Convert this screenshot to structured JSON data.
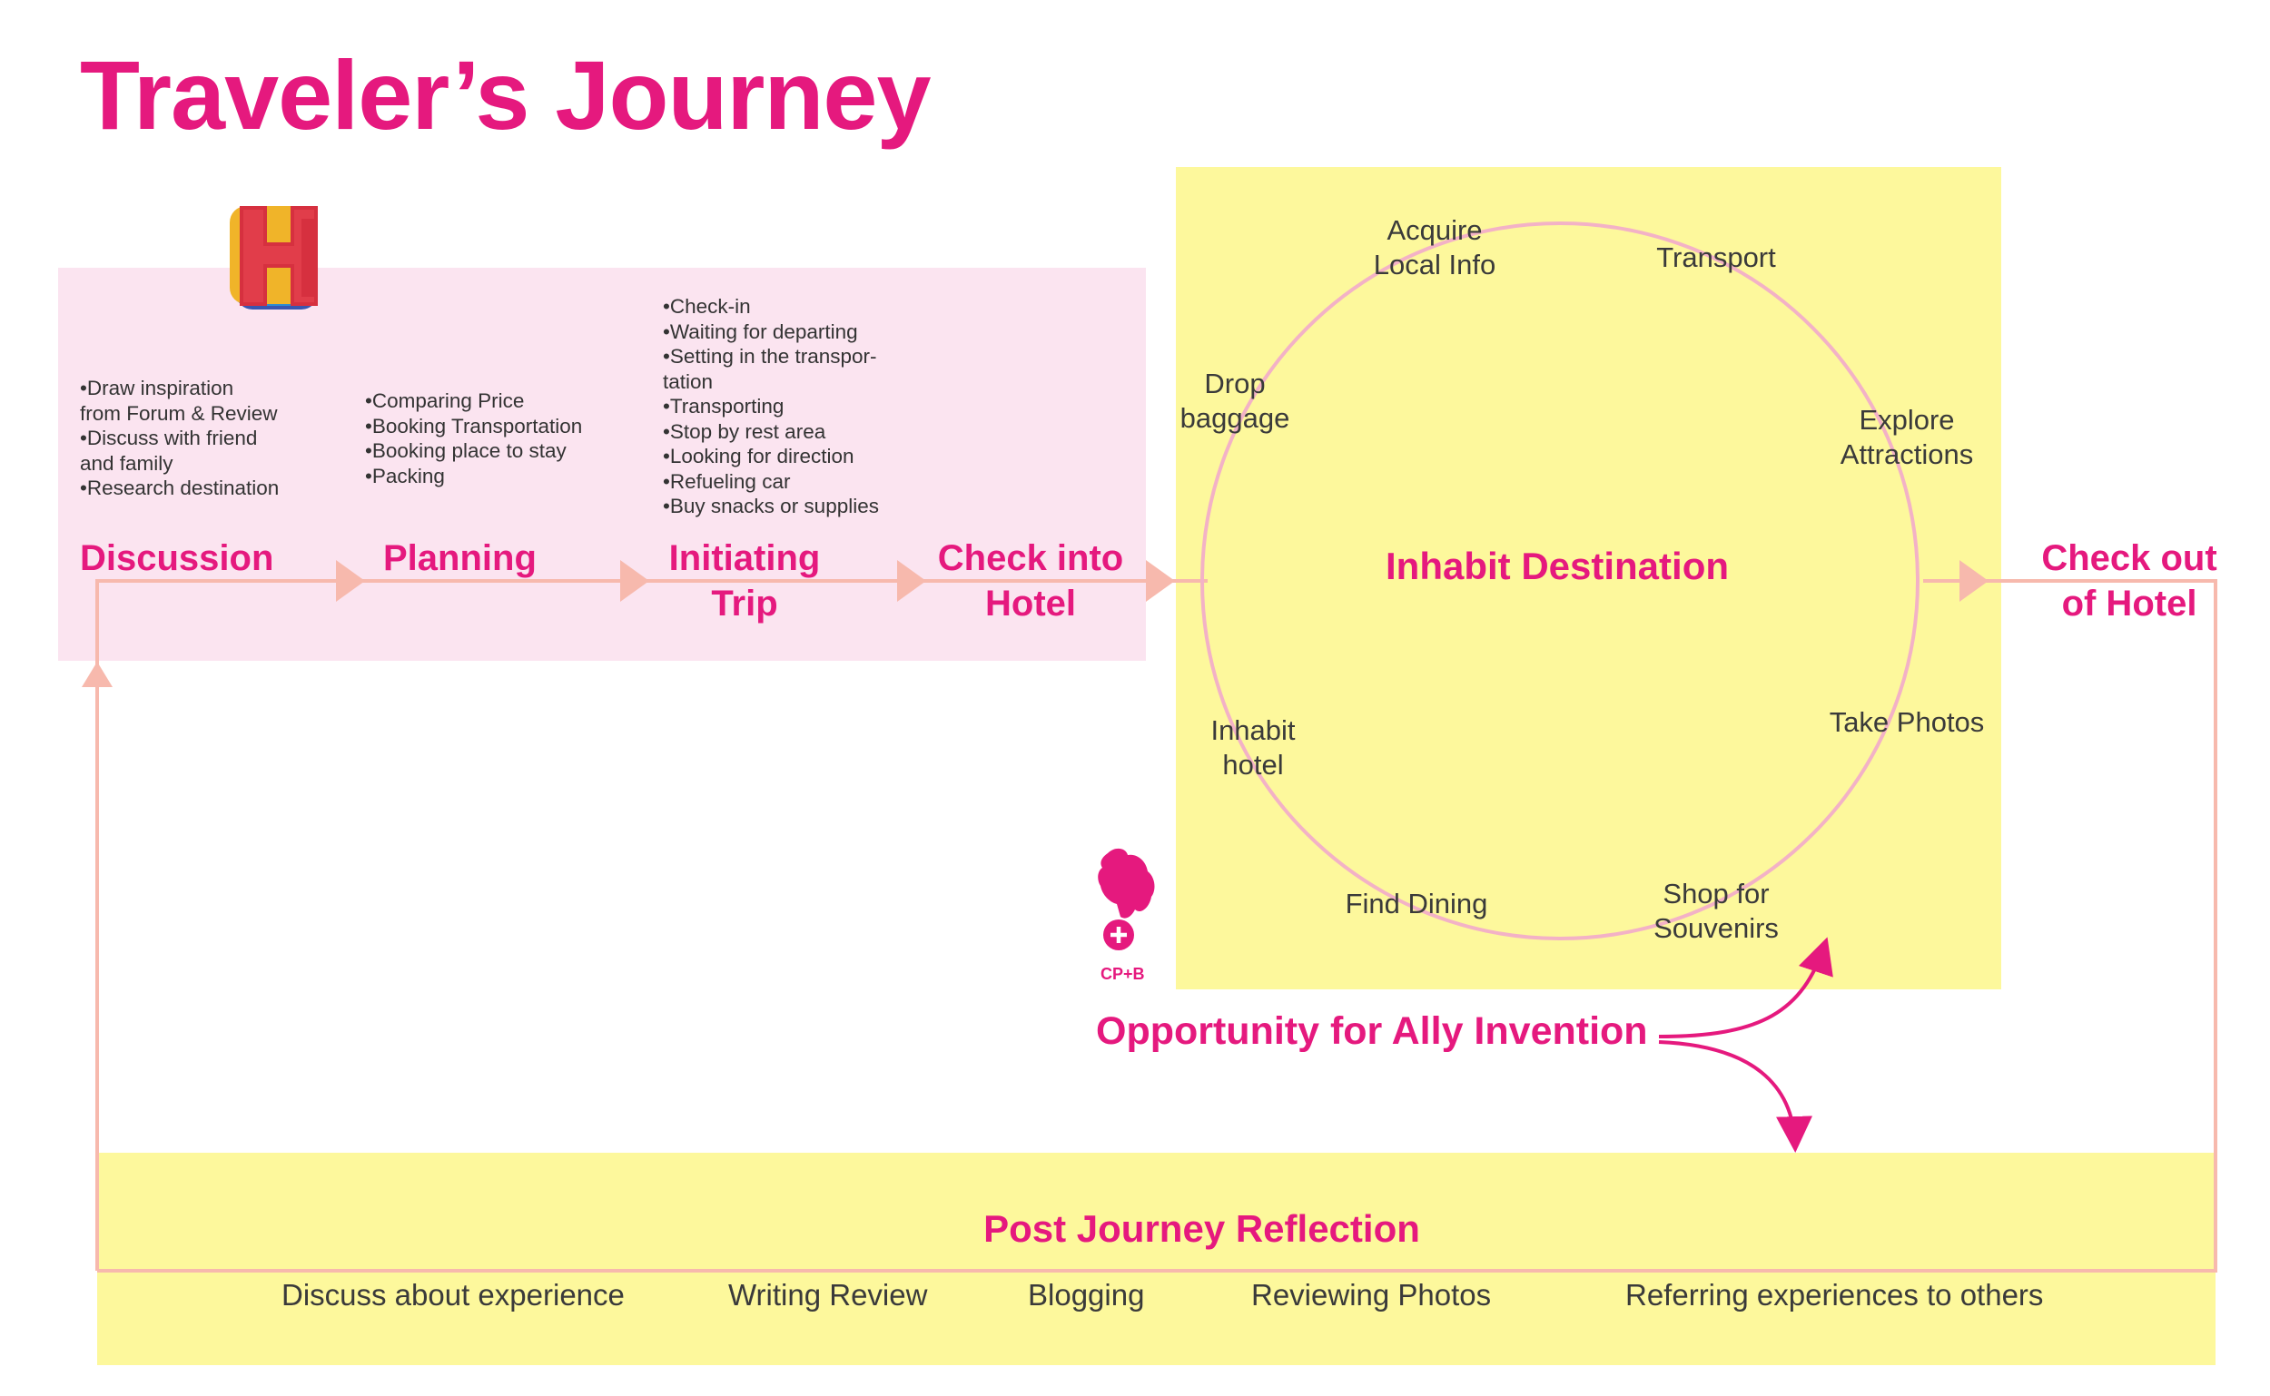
{
  "title": "Traveler’s Journey",
  "stages": {
    "discussion": {
      "label": "Discussion",
      "tasks": [
        "•Draw inspiration",
        "from Forum & Review",
        "•Discuss with friend",
        "and family",
        "•Research destination"
      ]
    },
    "planning": {
      "label": "Planning",
      "tasks": [
        "•Comparing Price",
        "•Booking Transportation",
        "•Booking place to stay",
        "•Packing"
      ]
    },
    "initiating_trip": {
      "label_line1": "Initiating",
      "label_line2": "Trip",
      "tasks": [
        "•Check-in",
        "•Waiting for departing",
        "•Setting in the transpor-",
        "tation",
        "•Transporting",
        "•Stop by rest area",
        "•Looking for direction",
        "•Refueling car",
        "•Buy snacks or supplies"
      ]
    },
    "check_in": {
      "label_line1": "Check into",
      "label_line2": "Hotel"
    },
    "check_out": {
      "label_line1": "Check out",
      "label_line2": "of Hotel"
    }
  },
  "destination": {
    "hub": "Inhabit Destination",
    "activities": {
      "acquire": [
        "Acquire",
        "Local Info"
      ],
      "transport": "Transport",
      "drop": [
        "Drop",
        "baggage"
      ],
      "explore": [
        "Explore",
        "Attractions"
      ],
      "inhabit_hotel": [
        "Inhabit",
        "hotel"
      ],
      "take_photos": "Take Photos",
      "find_dining": "Find Dining",
      "shop": [
        "Shop for",
        "Souvenirs"
      ]
    }
  },
  "opportunity": "Opportunity for Ally Invention",
  "cpb_label": "CP+B",
  "reflection": {
    "title": "Post Journey Reflection",
    "items": [
      "Discuss about experience",
      "Writing Review",
      "Blogging",
      "Reviewing Photos",
      "Referring experiences to others"
    ]
  },
  "colors": {
    "accent": "#e5197e",
    "line": "#f7b9ad",
    "circle": "#f3b2c6",
    "pink_band": "#fbe4f0",
    "yellow": "#fdf89c"
  },
  "icons": [
    "hotels-h-logo-icon",
    "cpb-mascot-icon"
  ]
}
